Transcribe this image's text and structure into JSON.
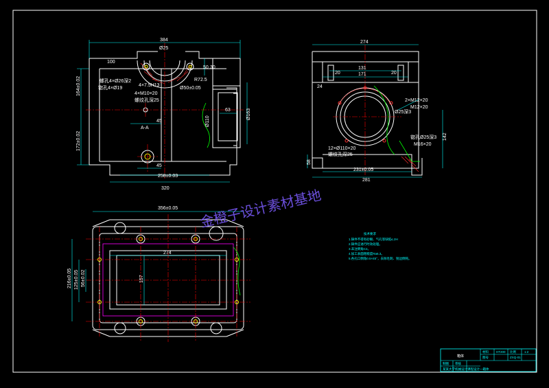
{
  "drawing": {
    "background": "#000000",
    "colors": {
      "outline": "#ffffff",
      "dimension": "#00ffff",
      "centerline": "#ff0000",
      "hidden": "#ff00ff",
      "break": "#00ff00",
      "hole": "#ffff00"
    },
    "front_view": {
      "width_top": "384",
      "width_base": "320",
      "center_span": "258±0.03",
      "bottom_gap": "45",
      "mid_gap": "45",
      "left_height_1": "164±0.02",
      "left_height_2": "172±0.02",
      "radius_small": "R72.5",
      "bore_dia": "Ø50±0.05",
      "inner_dim": "63",
      "right_dim": "Ø163",
      "hole_note_1": "螺孔4×Ø26深2",
      "hole_note_2": "锪孔4×Ø19",
      "hole_note_3": "4×7.5H13",
      "hole_note_4": "4×M10×20",
      "hole_note_5": "螺纹孔深25",
      "offset_50": "50",
      "offset_30": "30",
      "section_label": "A-A",
      "left_small": "100",
      "vert_small": "Ø110",
      "right_flange": "Ø25"
    },
    "side_view": {
      "width_top": "274",
      "width_mid": "171",
      "width_inner": "131",
      "base_span": "231±0.05",
      "base_total": "281",
      "left_20": "20",
      "right_20": "20",
      "left_24": "24",
      "height_right": "142",
      "height_left": "58",
      "note_a": "2×M12×20",
      "note_b": "M12×20",
      "note_c": "锪孔Ø25深3",
      "note_d": "M16×20",
      "note_e": "12×Ø110×20",
      "note_f": "螺纹孔深25",
      "note_g": "Ø25深3"
    },
    "top_view": {
      "width_total": "356±0.05",
      "inner_width": "274",
      "left_height_1": "216±0.05",
      "left_height_2": "125±0.05",
      "left_height_3": "56±0.02",
      "mid_height": "157"
    },
    "notes": {
      "title": "技术要求",
      "lines": [
        "1.铸件不得有砂眼、气孔等缺陷≤.2H",
        "2.铸件应进行时效处理。",
        "3.未注倒角C2。",
        "4.加工表面粗糙度Ra6.3。",
        "5.各孔口倒角0.5×45°，去除毛刺、锐边倒钝。"
      ]
    },
    "title_block": {
      "name": "箱体",
      "cell_1": "材料",
      "cell_2": "HT200",
      "cell_3": "比例",
      "cell_4": "1:2",
      "cell_5": "图号",
      "cell_6": "制图",
      "cell_7": "审核",
      "cell_8": "ZXQ-01",
      "bottom": "某某大学机械设计课程设计—箱体"
    },
    "watermark": "金橙子设计素材基地"
  }
}
